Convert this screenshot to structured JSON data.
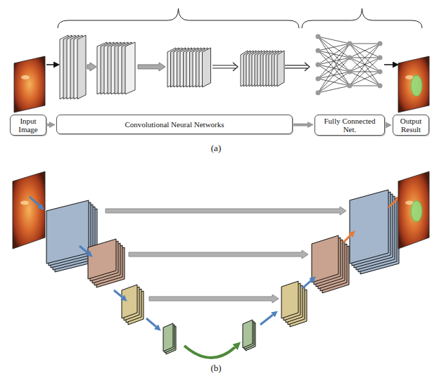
{
  "diagram": {
    "nodes": [
      {
        "text": [
          "Input Image"
        ]
      },
      {
        "text": [
          "Convolutional Neural Networks"
        ]
      },
      {
        "text": [
          "Fully Connected Net."
        ]
      },
      {
        "text": [
          "Output Result"
        ]
      }
    ],
    "edges": [
      {
        "from": 0,
        "to": 1,
        "arrow": "to"
      },
      {
        "from": 1,
        "to": 2,
        "arrow": "to"
      },
      {
        "from": 2,
        "to": 3,
        "arrow": "to"
      }
    ],
    "labels": [
      "(a)",
      "(b)"
    ]
  }
}
